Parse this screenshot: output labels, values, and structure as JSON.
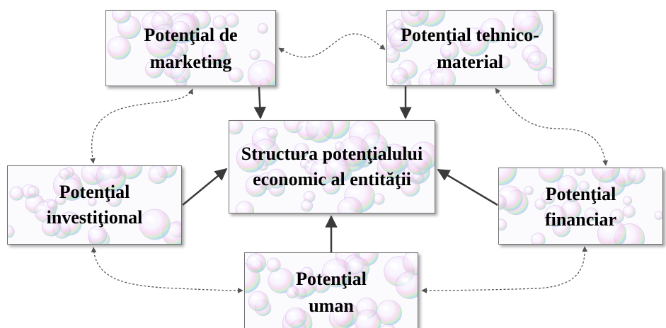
{
  "diagram": {
    "center": {
      "line1": "Structura potenţialului",
      "line2": "economic al entităţii"
    },
    "marketing": {
      "line1": "Potenţial de",
      "line2": "marketing"
    },
    "tehnico": {
      "line1": "Potenţial tehnico-",
      "line2": "material"
    },
    "investitional": {
      "line1": "Potenţial",
      "line2": "investiţional"
    },
    "financiar": {
      "line1": "Potenţial",
      "line2": "financiar"
    },
    "uman": {
      "line1": "Potenţial",
      "line2": "uman"
    }
  },
  "colors": {
    "arrow": "#3a3a3a",
    "dashed": "#555555",
    "border": "#6f6f6f",
    "text": "#000000"
  }
}
